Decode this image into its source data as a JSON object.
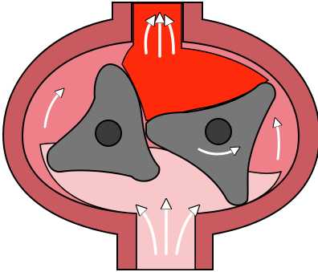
{
  "diagram": {
    "kind": "three-lobe rotary lobe pump cross-section",
    "labels": [],
    "colors": {
      "casing_wall": "#c95a60",
      "outline": "#000000",
      "discharge_chamber": "#ff2a0b",
      "side_pockets": "#ef7f89",
      "intake_chamber": "#f8c7c9",
      "rotor": "#777777",
      "hub": "#3a3a3a",
      "flow_arrows": "#ffffff"
    },
    "rotors": [
      {
        "name": "left-rotor",
        "lobes": 3,
        "rotation": "clockwise"
      },
      {
        "name": "right-rotor",
        "lobes": 3,
        "rotation": "counter-clockwise"
      }
    ],
    "flow": {
      "intake": "bottom",
      "discharge": "top",
      "intake_arrows": 3,
      "discharge_arrows": 3,
      "side_arrows": 2
    }
  }
}
